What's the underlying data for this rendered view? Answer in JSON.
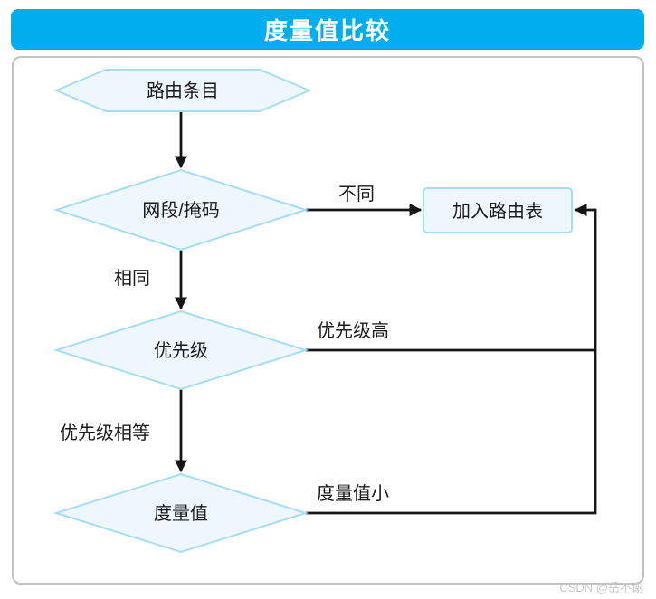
{
  "header": {
    "title": "度量值比较"
  },
  "flowchart": {
    "nodes": {
      "route_entry": {
        "shape": "hexagon",
        "label": "路由条目"
      },
      "net_mask": {
        "shape": "diamond",
        "label": "网段/掩码"
      },
      "add_route_table": {
        "shape": "rectangle",
        "label": "加入路由表"
      },
      "priority": {
        "shape": "diamond",
        "label": "优先级"
      },
      "metric": {
        "shape": "diamond",
        "label": "度量值"
      }
    },
    "edge_labels": {
      "different": "不同",
      "same": "相同",
      "priority_high": "优先级高",
      "priority_equal": "优先级相等",
      "metric_small": "度量值小"
    },
    "colors": {
      "header_bg": "#00AEF0",
      "node_fill": "#EEF7FD",
      "node_stroke": "#A8DCF4",
      "line": "#151515",
      "text": "#1A1A1A"
    }
  },
  "watermark": {
    "text": "CSDN @岳不谢"
  }
}
